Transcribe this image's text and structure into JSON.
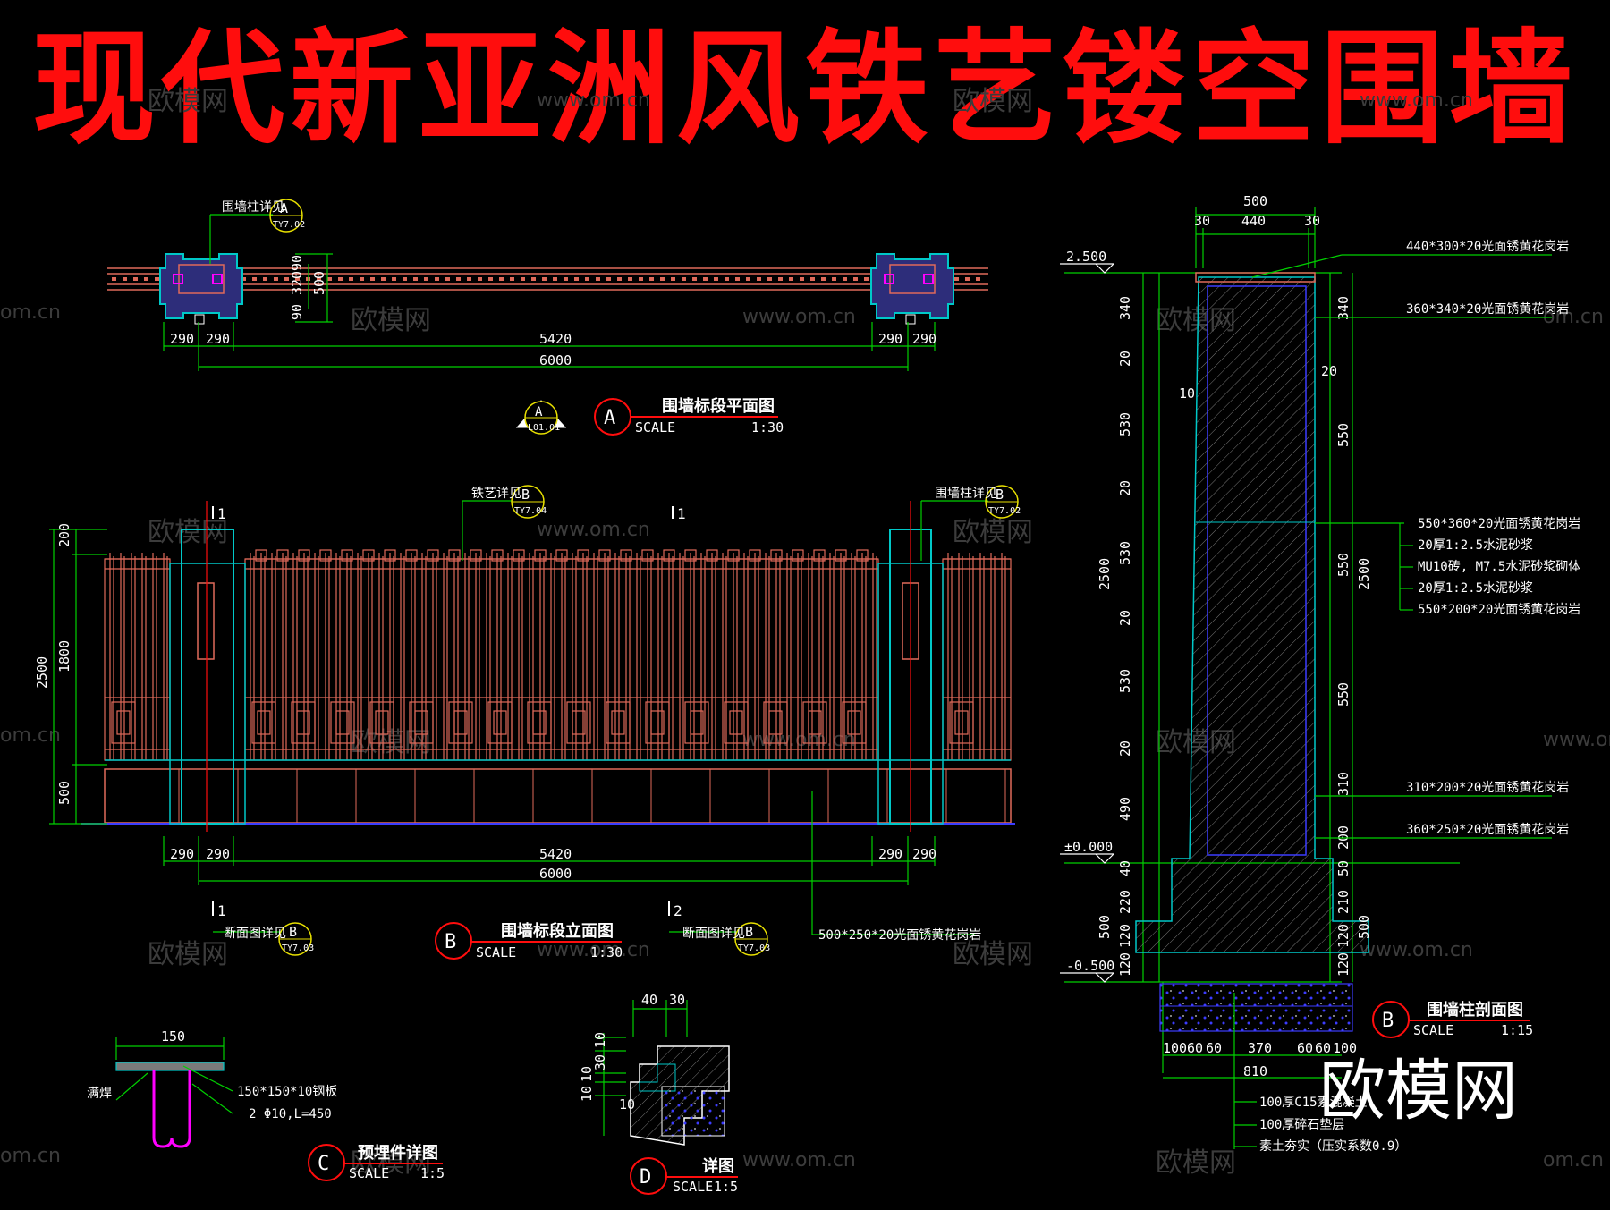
{
  "title": "现代新亚洲风铁艺镂空围墙",
  "watermarks": {
    "brand": "欧模网",
    "url": "www.om.cn",
    "url_short": "om.cn"
  },
  "logo": "欧模网",
  "plan": {
    "title": "围墙标段平面图",
    "mark": "A",
    "scale_label": "SCALE",
    "scale": "1:30",
    "north_mark": "A",
    "north_ref": "L01.01",
    "detail_ref_label": "围墙柱详见",
    "detail_ref_mark": "A",
    "detail_ref_sheet": "TY7.02",
    "dims_top": [
      "290",
      "290",
      "5420",
      "290",
      "290"
    ],
    "total": "6000",
    "side_dims": [
      "90",
      "320",
      "90",
      "500"
    ]
  },
  "elevation": {
    "title": "围墙标段立面图",
    "mark": "B",
    "scale_label": "SCALE",
    "scale": "1:30",
    "section_mark_1": "1",
    "section_mark_2": "1",
    "section_mark_3": "2",
    "ironwork_ref_label": "铁艺详见",
    "ironwork_ref_mark": "B",
    "ironwork_ref_sheet": "TY7.04",
    "column_ref_label": "围墙柱详见",
    "column_ref_mark": "B",
    "column_ref_sheet": "TY7.02",
    "section_ref_label": "断面图详见",
    "section_ref_mark": "B",
    "section_ref_sheet": "TY7.03",
    "left_dims": [
      "200",
      "1800",
      "2500",
      "500"
    ],
    "dims_bottom": [
      "290",
      "290",
      "5420",
      "290",
      "290"
    ],
    "total": "6000",
    "cap_note": "500*250*20光面锈黄花岗岩"
  },
  "section": {
    "title": "围墙柱剖面图",
    "mark": "B",
    "scale_label": "SCALE",
    "scale": "1:15",
    "top_dims": [
      "500",
      "30",
      "440",
      "30"
    ],
    "levels": [
      "2.500",
      "±0.000",
      "-0.500"
    ],
    "left_dims": [
      "340",
      "20",
      "530",
      "20",
      "530",
      "20",
      "530",
      "20",
      "490",
      "40",
      "220",
      "120",
      "120",
      "500",
      "2500",
      "10"
    ],
    "right_dims": [
      "340",
      "20",
      "550",
      "550",
      "550",
      "310",
      "200",
      "50",
      "210",
      "120",
      "120",
      "500",
      "2500"
    ],
    "bottom_dims": [
      "100",
      "60",
      "60",
      "370",
      "60",
      "60",
      "100",
      "810"
    ],
    "notes": [
      "440*300*20光面锈黄花岗岩",
      "360*340*20光面锈黄花岗岩",
      "550*360*20光面锈黄花岗岩",
      "20厚1:2.5水泥砂浆",
      "MU10砖, M7.5水泥砂浆砌体",
      "20厚1:2.5水泥砂浆",
      "550*200*20光面锈黄花岗岩",
      "310*200*20光面锈黄花岗岩",
      "360*250*20光面锈黄花岗岩"
    ],
    "foundation_notes": [
      "100厚C15素混凝土",
      "100厚碎石垫层",
      "素土夯实（压实系数0.9）"
    ]
  },
  "embed_detail": {
    "title": "预埋件详图",
    "mark": "C",
    "scale_label": "SCALE",
    "scale": "1:5",
    "width_dim": "150",
    "weld_note": "满焊",
    "plate_note": "150*150*10钢板",
    "bar_note": "2 Φ10,L=450"
  },
  "detail_d": {
    "title": "详图",
    "mark": "D",
    "scale_label": "SCALE",
    "scale": "1:5",
    "top_dims": [
      "40",
      "30"
    ],
    "left_dims": [
      "10",
      "30",
      "10",
      "10",
      "10"
    ]
  },
  "colors": {
    "background": "#000000",
    "title_red": "#ff0d0d",
    "fence_red": "#e06a5a",
    "cyan": "#00c8c8",
    "green": "#00d000",
    "yellow": "#e8e000",
    "blue": "#3c3cff",
    "magenta": "#ff00ff"
  }
}
